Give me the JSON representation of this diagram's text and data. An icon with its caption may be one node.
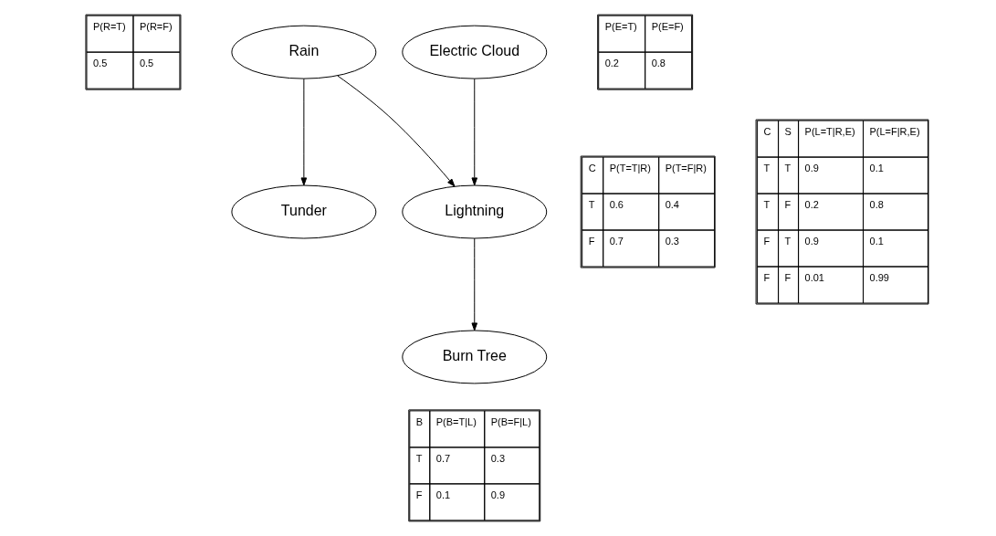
{
  "diagram": {
    "nodes": [
      {
        "text": [
          "Rain"
        ]
      },
      {
        "text": [
          "Electric Cloud"
        ]
      },
      {
        "text": [
          "Tunder"
        ]
      },
      {
        "text": [
          "Lightning"
        ]
      },
      {
        "text": [
          "Burn Tree"
        ]
      }
    ],
    "edges": [
      {
        "from": 0,
        "to": 2,
        "arrow": "to"
      },
      {
        "from": 0,
        "to": 3,
        "arrow": "to"
      },
      {
        "from": 1,
        "to": 3,
        "arrow": "to"
      },
      {
        "from": 3,
        "to": 4,
        "arrow": "to"
      }
    ],
    "labels": [
      "P(R=T)",
      "P(R=F)",
      "0.5",
      "0.5",
      "P(E=T)",
      "P(E=F)",
      "0.2",
      "0.8",
      "C",
      "P(T=T|R)",
      "P(T=F|R)",
      "T",
      "0.6",
      "0.4",
      "F",
      "0.7",
      "0.3",
      "C",
      "S",
      "P(L=T|R,E)",
      "P(L=F|R,E)",
      "T",
      "T",
      "0.9",
      "0.1",
      "T",
      "F",
      "0.2",
      "0.8",
      "F",
      "T",
      "0.9",
      "0.1",
      "F",
      "F",
      "0.01",
      "0.99",
      "B",
      "P(B=T|L)",
      "P(B=F|L)",
      "T",
      "0.7",
      "0.3",
      "F",
      "0.1",
      "0.9"
    ]
  }
}
